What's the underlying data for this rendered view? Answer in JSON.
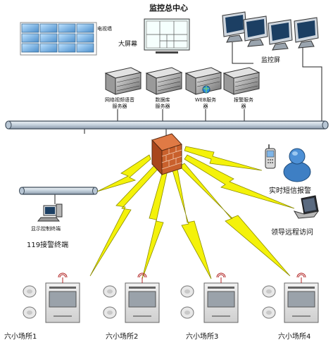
{
  "title": "监控总中心",
  "video_wall_label": "电视墙",
  "big_screen_label": "大屏幕",
  "monitor_label": "监控屏",
  "servers": [
    {
      "line1": "网络视频语音",
      "line2": "服务器"
    },
    {
      "line1": "数据库",
      "line2": "服务器"
    },
    {
      "line1": "WEB服务",
      "line2": "器"
    },
    {
      "line1": "报警服务",
      "line2": "器"
    }
  ],
  "sms_alarm_label": "实时短信报警",
  "leader_access_label": "领导远程访问",
  "terminal_label": "显示控制终端",
  "alarm_terminal_label": "119接警终端",
  "sites": [
    "六小场所1",
    "六小场所2",
    "六小场所3",
    "六小场所4"
  ],
  "colors": {
    "bus": "#c7d3df",
    "bus_stroke": "#3c4a58",
    "lightning": "#f4f20a",
    "lightning_stroke": "#8b8b00",
    "firewall": "#c9602c"
  }
}
